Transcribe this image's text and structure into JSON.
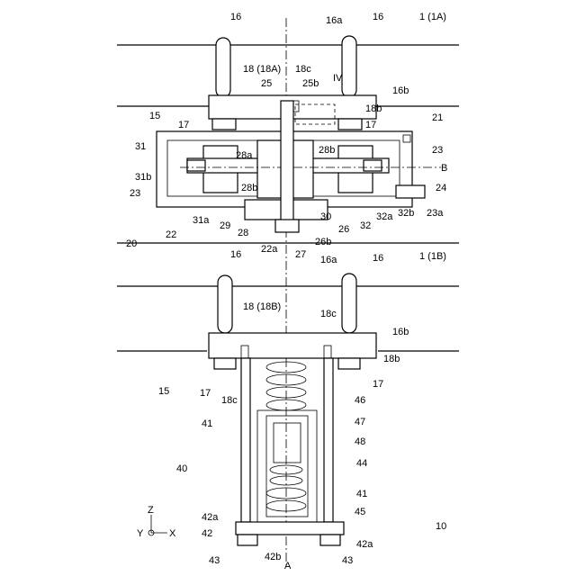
{
  "labels": {
    "l16_tl": "16",
    "l16a_t": "16a",
    "l16_tr": "16",
    "l1a": "1 (1A)",
    "l18_18a": "18 (18A)",
    "l18c_t": "18c",
    "l25": "25",
    "l25b": "25b",
    "lIV": "IV",
    "l16b_t": "16b",
    "l15_t": "15",
    "l18b_t": "18b",
    "l17_tl": "17",
    "l17_tr": "17",
    "l21": "21",
    "l31": "31",
    "l28b_r": "28b",
    "l23_r": "23",
    "l28a": "28a",
    "lB": "B",
    "l31b": "31b",
    "l28b_l": "28b",
    "l24": "24",
    "l23_l": "23",
    "l23a": "23a",
    "l31a": "31a",
    "l29": "29",
    "l30": "30",
    "l32": "32",
    "l32a": "32a",
    "l32b": "32b",
    "l20": "20",
    "l22": "22",
    "l28": "28",
    "l26": "26",
    "l22a": "22a",
    "l26b": "26b",
    "l27": "27",
    "l16_bl": "16",
    "l16a_b": "16a",
    "l16_br": "16",
    "l1b": "1 (1B)",
    "l18_18b": "18 (18B)",
    "l18c_b1": "18c",
    "l16b_b": "16b",
    "l18b_b": "18b",
    "l15_b": "15",
    "l17_bl": "17",
    "l18c_b2": "18c",
    "l17_br": "17",
    "l46": "46",
    "l41_l": "41",
    "l47": "47",
    "l48": "48",
    "l40": "40",
    "l44": "44",
    "l41_r": "41",
    "l45": "45",
    "l10": "10",
    "l42a_l": "42a",
    "l42": "42",
    "l42a_r": "42a",
    "l43_l": "43",
    "l42b": "42b",
    "lA": "A",
    "l43_r": "43",
    "axZ": "Z",
    "axY": "Y",
    "axX": "X"
  }
}
